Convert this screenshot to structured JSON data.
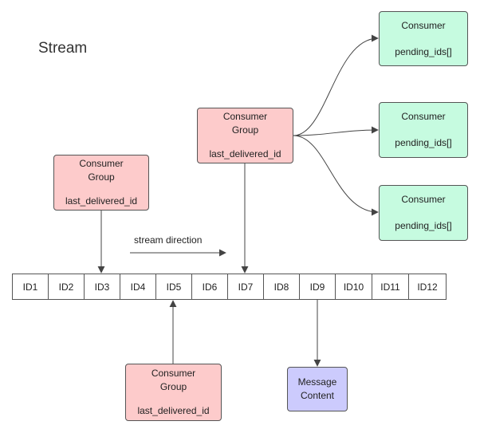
{
  "title": "Stream",
  "stream": {
    "direction_label": "stream direction",
    "ids": [
      "ID1",
      "ID2",
      "ID3",
      "ID4",
      "ID5",
      "ID6",
      "ID7",
      "ID8",
      "ID9",
      "ID10",
      "ID11",
      "ID12"
    ]
  },
  "consumer_groups": [
    {
      "line1": "Consumer",
      "line2": "Group",
      "field": "last_delivered_id",
      "points_to": "ID3"
    },
    {
      "line1": "Consumer",
      "line2": "Group",
      "field": "last_delivered_id",
      "points_to": "ID7"
    },
    {
      "line1": "Consumer",
      "line2": "Group",
      "field": "last_delivered_id",
      "points_to": "ID5"
    }
  ],
  "consumers": [
    {
      "name": "Consumer",
      "field": "pending_ids[]"
    },
    {
      "name": "Consumer",
      "field": "pending_ids[]"
    },
    {
      "name": "Consumer",
      "field": "pending_ids[]"
    }
  ],
  "message": {
    "line1": "Message",
    "line2": "Content",
    "points_from": "ID9"
  },
  "colors": {
    "consumer_group": "#fdcbcb",
    "consumer": "#c6fbe0",
    "message": "#cccbfd",
    "line": "#444444"
  }
}
